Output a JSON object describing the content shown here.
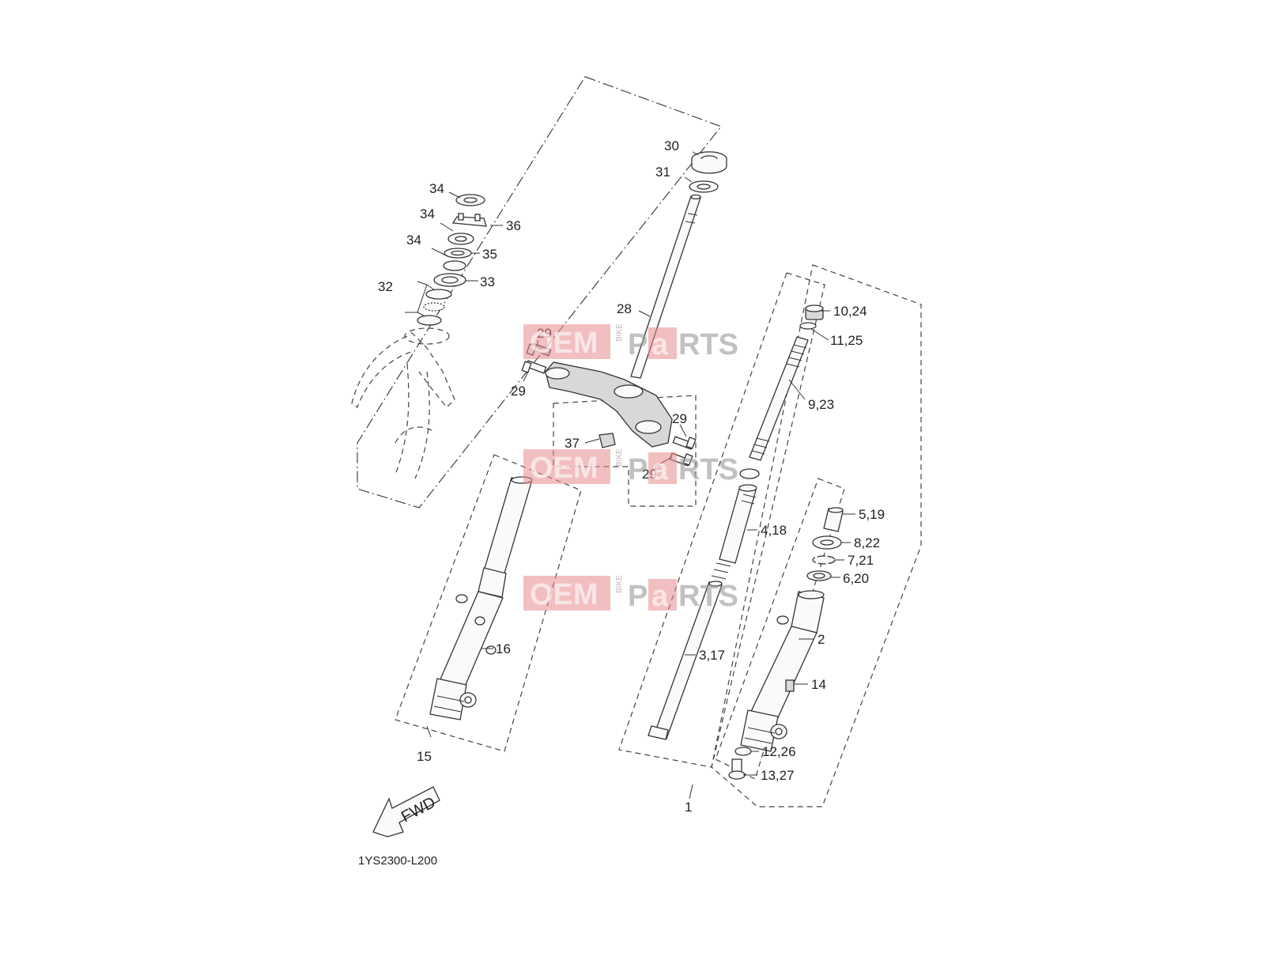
{
  "diagram": {
    "code": "1YS2300-L200",
    "fwd_label": "FWD",
    "watermark": {
      "a": "OEM",
      "b": "BIKE",
      "c": "P",
      "d": "a",
      "e": "RTS"
    },
    "callouts": [
      {
        "id": "c30",
        "text": "30"
      },
      {
        "id": "c31",
        "text": "31"
      },
      {
        "id": "c34a",
        "text": "34"
      },
      {
        "id": "c34b",
        "text": "34"
      },
      {
        "id": "c36",
        "text": "36"
      },
      {
        "id": "c34c",
        "text": "34"
      },
      {
        "id": "c35",
        "text": "35"
      },
      {
        "id": "c32",
        "text": "32"
      },
      {
        "id": "c33",
        "text": "33"
      },
      {
        "id": "c28",
        "text": "28"
      },
      {
        "id": "c29a",
        "text": "29"
      },
      {
        "id": "c29b",
        "text": "29"
      },
      {
        "id": "c29c",
        "text": "29"
      },
      {
        "id": "c29d",
        "text": "29"
      },
      {
        "id": "c37",
        "text": "37"
      },
      {
        "id": "c1024",
        "text": "10,24"
      },
      {
        "id": "c1125",
        "text": "11,25"
      },
      {
        "id": "c923",
        "text": "9,23"
      },
      {
        "id": "c418",
        "text": "4,18"
      },
      {
        "id": "c519",
        "text": "5,19"
      },
      {
        "id": "c822",
        "text": "8,22"
      },
      {
        "id": "c721",
        "text": "7,21"
      },
      {
        "id": "c620",
        "text": "6,20"
      },
      {
        "id": "c2",
        "text": "2"
      },
      {
        "id": "c16",
        "text": "16"
      },
      {
        "id": "c317",
        "text": "3,17"
      },
      {
        "id": "c14",
        "text": "14"
      },
      {
        "id": "c1226",
        "text": "12,26"
      },
      {
        "id": "c1327",
        "text": "13,27"
      },
      {
        "id": "c15",
        "text": "15"
      },
      {
        "id": "c1",
        "text": "1"
      }
    ]
  }
}
